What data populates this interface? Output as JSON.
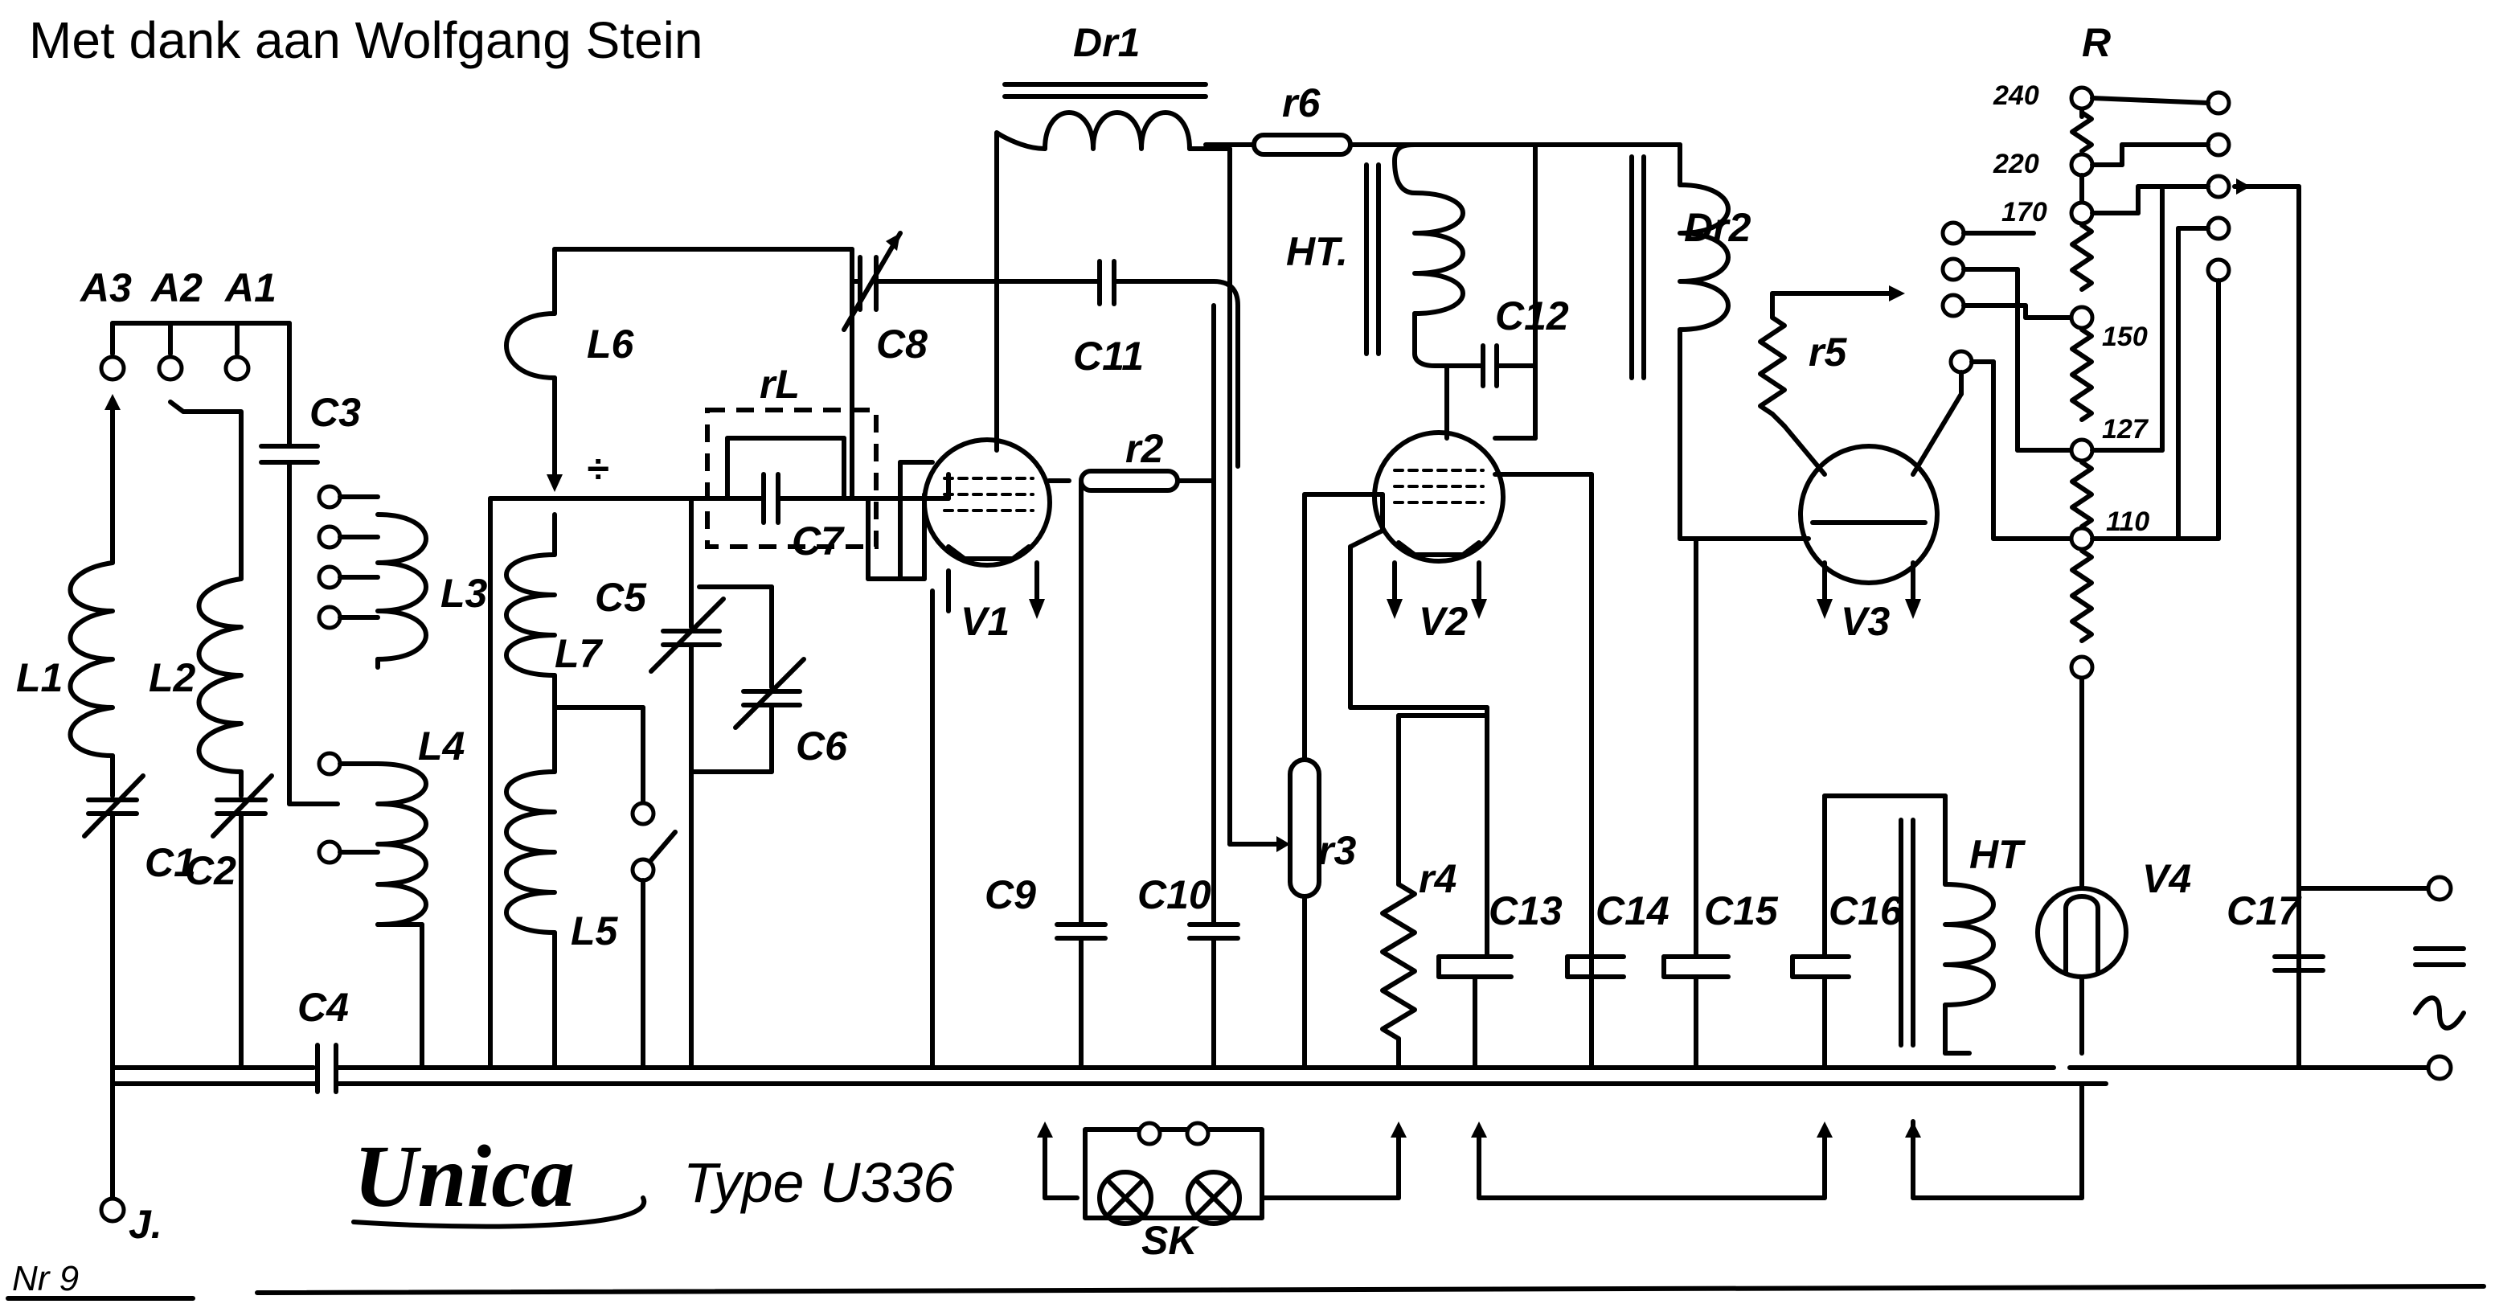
{
  "credit": "Met dank aan Wolfgang Stein",
  "brand": "Unica",
  "model": "Type U336",
  "sheet_number": "Nr 9",
  "labels": {
    "A3": "A3",
    "A2": "A2",
    "A1": "A1",
    "L1": "L1",
    "L2": "L2",
    "L3": "L3",
    "L4": "L4",
    "L5": "L5",
    "L6": "L6",
    "L7": "L7",
    "C1": "C1",
    "C2": "C2",
    "C3": "C3",
    "C4": "C4",
    "C5": "C5",
    "C6": "C6",
    "C7": "C7",
    "C8": "C8",
    "C9": "C9",
    "C10": "C10",
    "C11": "C11",
    "C12": "C12",
    "C13": "C13",
    "C14": "C14",
    "C15": "C15",
    "C16": "C16",
    "C17": "C17",
    "Dr1": "Dr1",
    "Dr2": "Dr2",
    "rL": "rL",
    "r2": "r2",
    "r3": "r3",
    "r4": "r4",
    "r5": "r5",
    "r6": "r6",
    "HT1": "HT.",
    "HT2": "HT",
    "V1": "V1",
    "V2": "V2",
    "V3": "V3",
    "V4": "V4",
    "R": "R",
    "SK": "SK",
    "J": "J.",
    "volt_240": "240",
    "volt_220": "220",
    "volt_170": "170",
    "volt_150": "150",
    "volt_127": "127",
    "volt_110": "110"
  }
}
